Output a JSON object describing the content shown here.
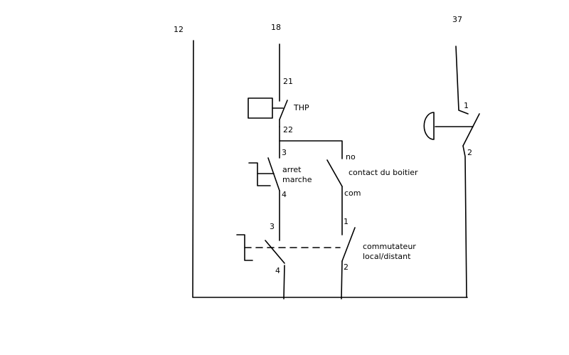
{
  "diagram": {
    "wire_labels": {
      "left": "12",
      "middle": "18",
      "right": "37"
    },
    "thermal_relay": {
      "terminal_top": "21",
      "terminal_bottom": "22",
      "label": "THP"
    },
    "stop_start": {
      "terminal_top": "3",
      "terminal_bottom": "4",
      "label_line1": "arret",
      "label_line2": "marche"
    },
    "box_contact": {
      "label_no": "no",
      "label_desc": "contact du boitier",
      "label_com": "com"
    },
    "selector_switch": {
      "terminal_left_top": "3",
      "terminal_left_bottom": "4",
      "terminal_right_top": "1",
      "terminal_right_bottom": "2",
      "label_line1": "commutateur",
      "label_line2": "local/distant"
    },
    "mushroom_button": {
      "terminal_top": "1",
      "terminal_bottom": "2"
    }
  },
  "colors": {
    "line": "#000000",
    "background": "#ffffff"
  }
}
